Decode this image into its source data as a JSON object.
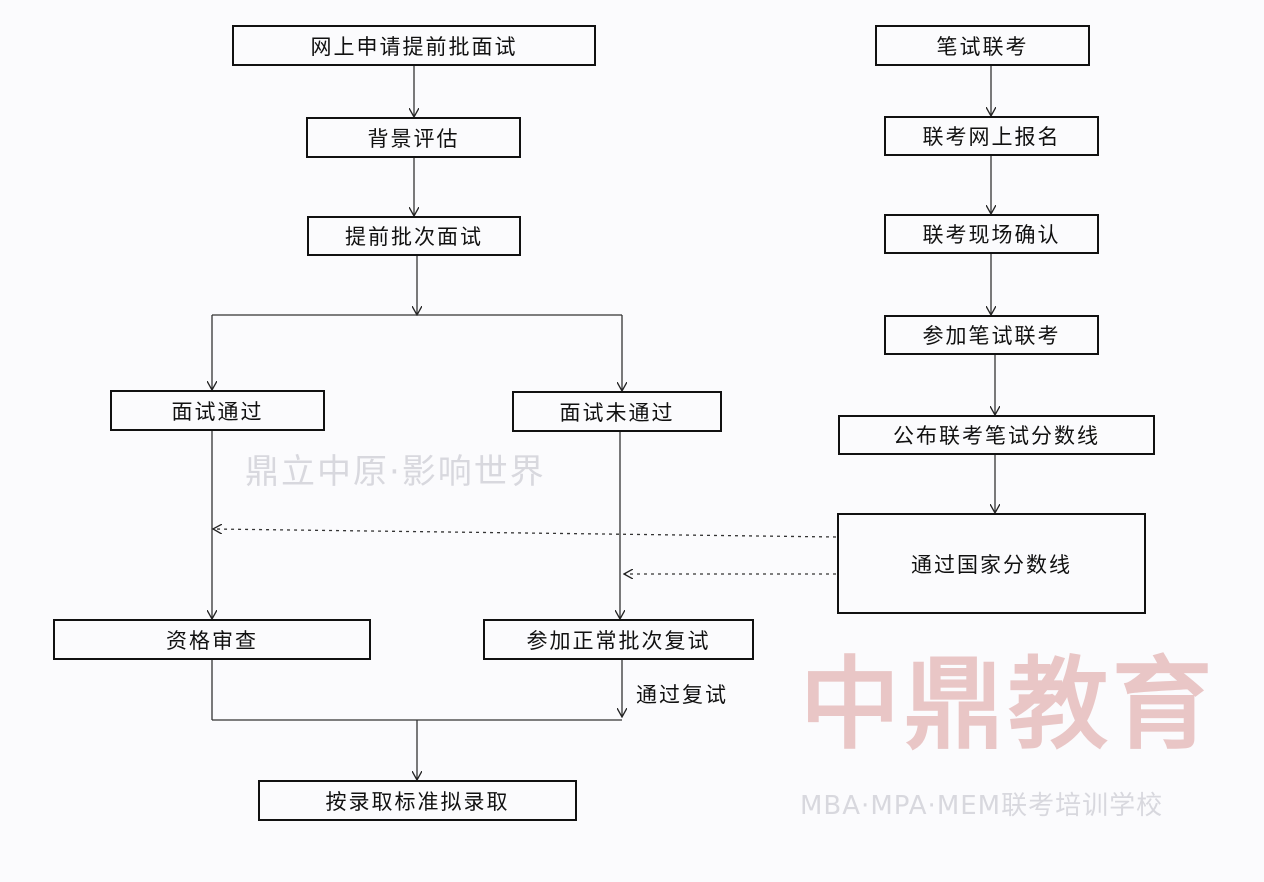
{
  "watermark": {
    "brand": "中鼎教育",
    "slogan": "鼎立中原·影响世界",
    "school": "MBA·MPA·MEM联考培训学校"
  },
  "left_flow": {
    "apply": "网上申请提前批面试",
    "assess": "背景评估",
    "early_interview": "提前批次面试",
    "pass": "面试通过",
    "fail": "面试未通过",
    "qualification": "资格审查",
    "normal_retest": "参加正常批次复试",
    "pass_retest": "通过复试",
    "admit": "按录取标准拟录取"
  },
  "right_flow": {
    "exam": "笔试联考",
    "register": "联考网上报名",
    "confirm": "联考现场确认",
    "take_exam": "参加笔试联考",
    "publish": "公布联考笔试分数线",
    "national_line": "通过国家分数线"
  }
}
